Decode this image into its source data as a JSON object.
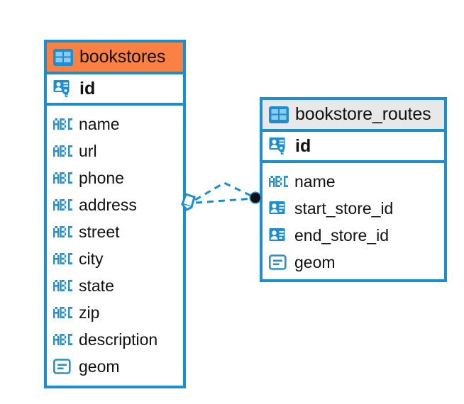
{
  "diagram": {
    "type": "entity-relationship-diagram",
    "background": "#ffffff",
    "colors": {
      "border": "#1b8ed2",
      "accent_header": "#fb8142",
      "plain_header": "#e8e8e8",
      "icon_blue": "#1b8ed2",
      "text": "#111111",
      "connector": "#1b8ed2",
      "connector_endpoint": "#111111"
    },
    "entities": [
      {
        "name": "bookstores",
        "header_style": "accent",
        "header_icon": "table-icon",
        "primary_key": {
          "label": "id",
          "icon": "primary-key-icon"
        },
        "fields": [
          {
            "label": "name",
            "icon": "abc-text-icon"
          },
          {
            "label": "url",
            "icon": "abc-text-icon"
          },
          {
            "label": "phone",
            "icon": "abc-text-icon"
          },
          {
            "label": "address",
            "icon": "abc-text-icon"
          },
          {
            "label": "street",
            "icon": "abc-text-icon"
          },
          {
            "label": "city",
            "icon": "abc-text-icon"
          },
          {
            "label": "state",
            "icon": "abc-text-icon"
          },
          {
            "label": "zip",
            "icon": "abc-text-icon"
          },
          {
            "label": "description",
            "icon": "abc-text-icon"
          },
          {
            "label": "geom",
            "icon": "geometry-blob-icon"
          }
        ]
      },
      {
        "name": "bookstore_routes",
        "header_style": "plain",
        "header_icon": "table-icon",
        "primary_key": {
          "label": "id",
          "icon": "primary-key-icon"
        },
        "fields": [
          {
            "label": "name",
            "icon": "abc-text-icon"
          },
          {
            "label": "start_store_id",
            "icon": "foreign-key-icon"
          },
          {
            "label": "end_store_id",
            "icon": "foreign-key-icon"
          },
          {
            "label": "geom",
            "icon": "geometry-blob-icon"
          }
        ]
      }
    ],
    "relationship": {
      "from_entity": "bookstores",
      "to_entity": "bookstore_routes",
      "line_style": "dashed",
      "source_marker": "diamond-marker",
      "target_marker": "filled-circle-marker",
      "cardinality": "one-to-many"
    }
  }
}
